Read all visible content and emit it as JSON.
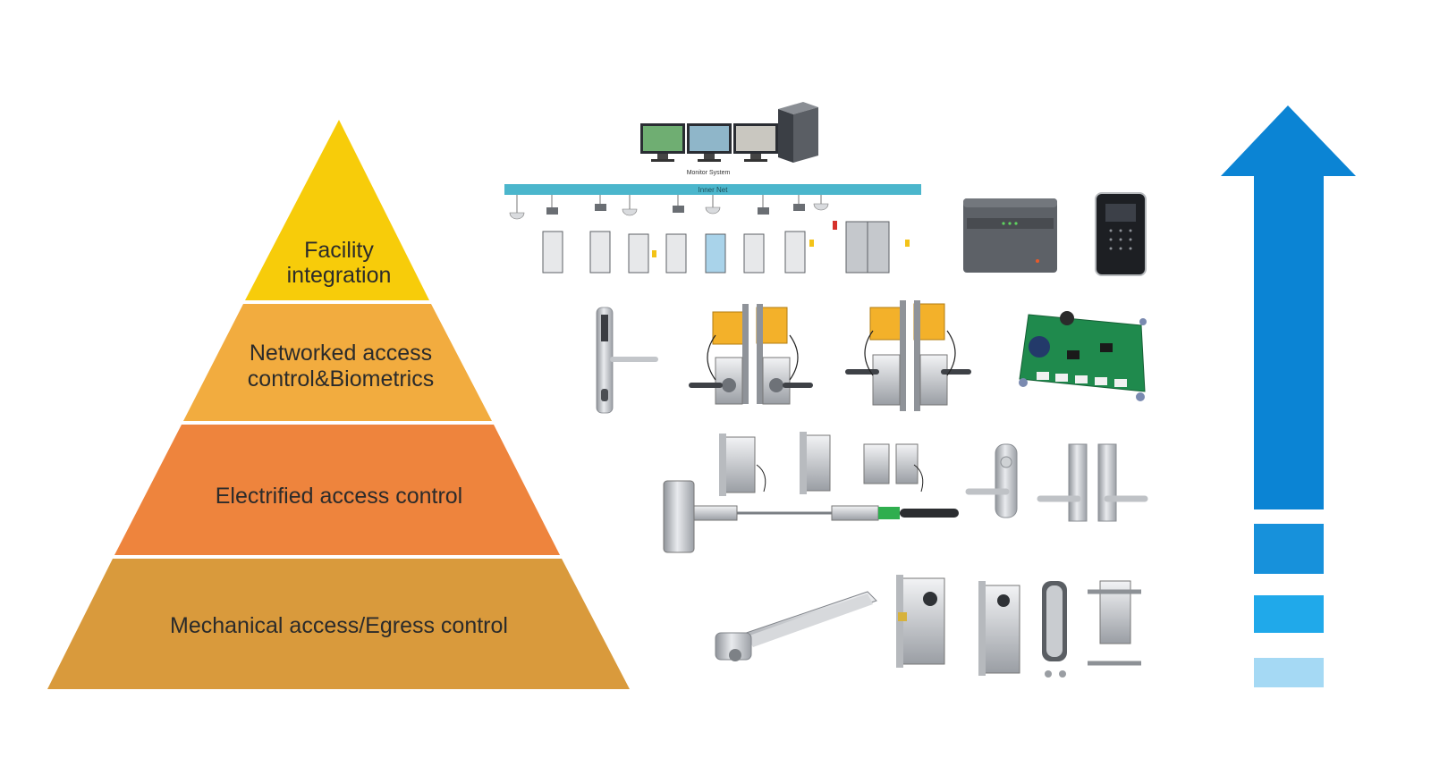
{
  "pyramid": {
    "tiers": [
      {
        "lines": [
          "Facility",
          "integration"
        ],
        "color": "#F7CC0A"
      },
      {
        "lines": [
          "Networked access",
          "control&Biometrics"
        ],
        "color": "#F2AC3F"
      },
      {
        "lines": [
          "Electrified access control"
        ],
        "color": "#EE843D"
      },
      {
        "lines": [
          "Mechanical access/Egress control"
        ],
        "color": "#D99A3C"
      }
    ],
    "text_color": "#2b2b2b"
  },
  "network": {
    "monitor_label": "Monitor System",
    "bus_label": "Inner Net",
    "bus_color": "#4BB6CC"
  },
  "arrow": {
    "color_main": "#0B84D4",
    "steps": [
      "#1791DB",
      "#20A9EA",
      "#A5D9F4"
    ]
  },
  "icons": {
    "monitors": "monitor-wall-icon",
    "server": "server-tower-icon",
    "controller": "access-controller-icon",
    "keypad": "keypad-reader-icon",
    "pcb": "circuit-board-icon",
    "lock": "lock-hardware-icon",
    "panic_bar": "panic-bar-icon"
  }
}
